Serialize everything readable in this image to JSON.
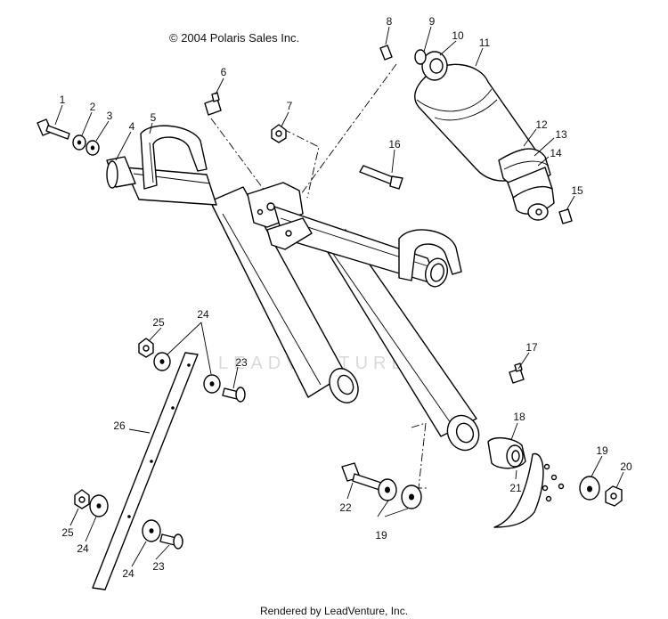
{
  "copyright": "© 2004 Polaris Sales Inc.",
  "footer": "Rendered by LeadVenture, Inc.",
  "watermark": "LEADVENTURE",
  "callouts": {
    "c1": "1",
    "c2": "2",
    "c3": "3",
    "c4": "4",
    "c5": "5",
    "c6": "6",
    "c7": "7",
    "c8": "8",
    "c9": "9",
    "c10": "10",
    "c11": "11",
    "c12": "12",
    "c13": "13",
    "c14": "14",
    "c15": "15",
    "c16": "16",
    "c17": "17",
    "c18": "18",
    "c19a": "19",
    "c19b": "19",
    "c20": "20",
    "c21": "21",
    "c22": "22",
    "c23a": "23",
    "c23b": "23",
    "c24a": "24",
    "c24b": "24",
    "c24c": "24",
    "c25a": "25",
    "c25b": "25",
    "c26": "26"
  }
}
